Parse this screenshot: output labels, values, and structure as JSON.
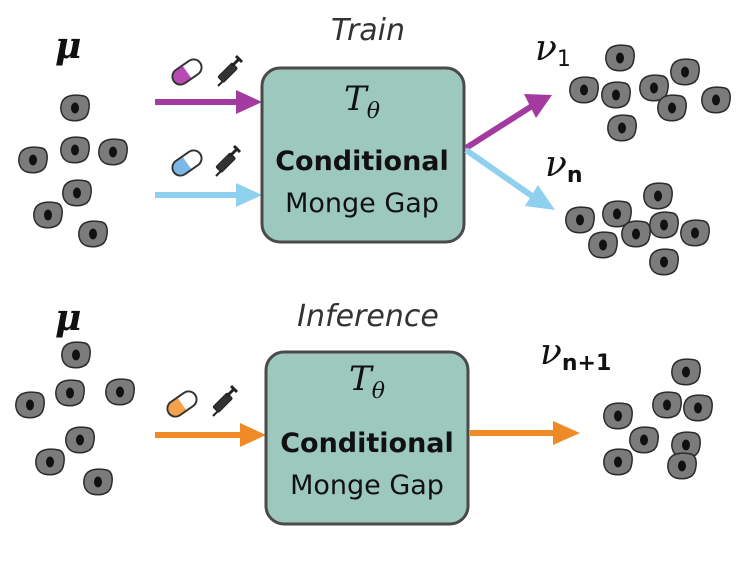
{
  "train": {
    "title": "Train",
    "source_label": "μ",
    "box": {
      "math_main": "T",
      "math_sub": "θ",
      "line1": "Conditional",
      "line2": "Monge Gap"
    },
    "target1_main": "ν",
    "target1_sub": "1",
    "targetn_main": "ν",
    "targetn_sub": "n"
  },
  "inference": {
    "title": "Inference",
    "source_label": "μ",
    "box": {
      "math_main": "T",
      "math_sub": "θ",
      "line1": "Conditional",
      "line2": "Monge Gap"
    },
    "target_main": "ν",
    "target_sub": "n+1"
  },
  "colors": {
    "purple": "#a23aa0",
    "light_blue": "#8fd0ef",
    "orange": "#f08a26",
    "box_fill": "#9dc8bd",
    "box_stroke": "#4a4a4a",
    "cell_fill": "#7b7b7b",
    "cell_nucleus": "#111111"
  },
  "icons": [
    "pill-purple-icon",
    "syringe-icon",
    "pill-blue-icon",
    "pill-orange-icon"
  ]
}
